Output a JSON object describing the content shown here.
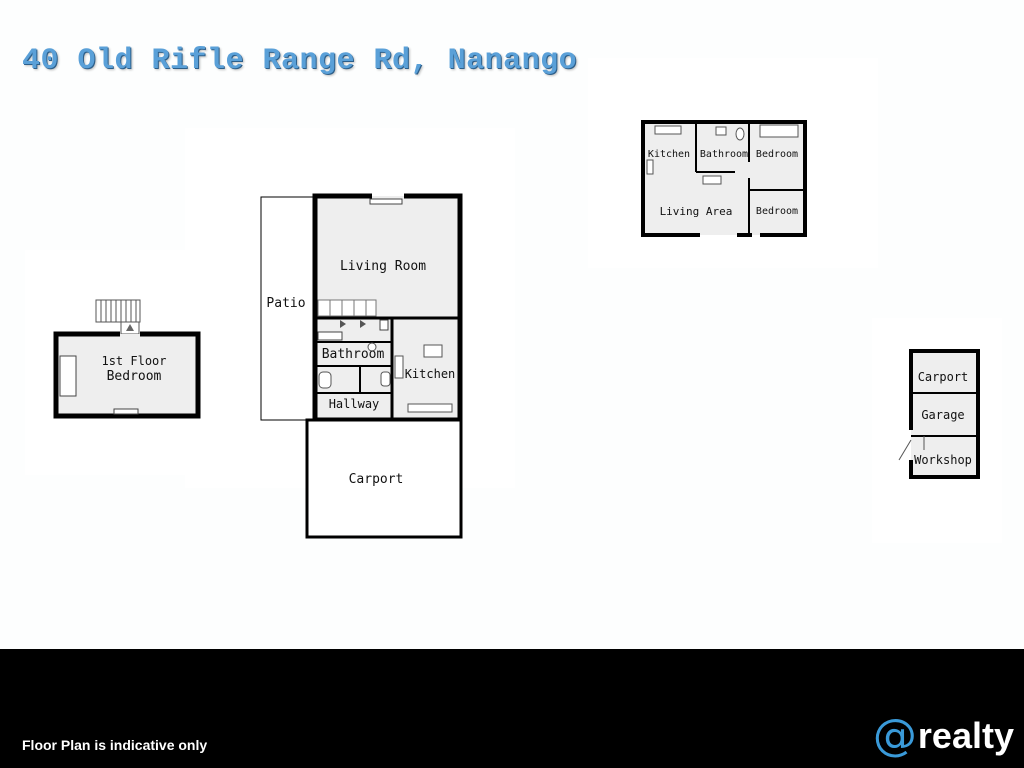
{
  "title": "40 Old Rifle Range Rd, Nanango",
  "colors": {
    "title": "#5aa0d8",
    "wall": "#000000",
    "floor": "#eeeeee",
    "footer": "#000000",
    "accent": "#3a9ad9"
  },
  "plans": {
    "first_floor": {
      "room_line1": "1st Floor",
      "room_line2": "Bedroom"
    },
    "main_house": {
      "patio": "Patio",
      "living_room": "Living Room",
      "bathroom": "Bathroom",
      "kitchen": "Kitchen",
      "hallway": "Hallway",
      "carport": "Carport"
    },
    "cottage": {
      "kitchen": "Kitchen",
      "bathroom": "Bathroom",
      "bedroom_1": "Bedroom",
      "living_area": "Living Area",
      "bedroom_2": "Bedroom"
    },
    "shed": {
      "carport": "Carport",
      "garage": "Garage",
      "workshop": "Workshop"
    }
  },
  "footer": {
    "disclaimer": "Floor Plan is indicative only",
    "logo_symbol": "@",
    "logo_text": "realty"
  }
}
